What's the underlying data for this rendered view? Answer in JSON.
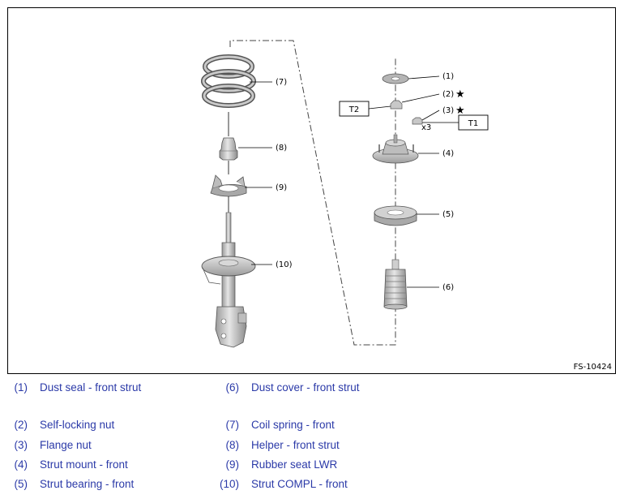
{
  "figure": {
    "code": "FS-10424",
    "callouts": {
      "c1": "(1)",
      "c2": "(2)",
      "c3": "(3)",
      "c4": "(4)",
      "c5": "(5)",
      "c6": "(6)",
      "c7": "(7)",
      "c8": "(8)",
      "c9": "(9)",
      "c10": "(10)"
    },
    "star": "★",
    "torque_t1": "T1",
    "torque_t2": "T2",
    "qty": "x3"
  },
  "legend": {
    "left": [
      {
        "num": "(1)",
        "text": "Dust seal - front strut"
      },
      {
        "num": "(2)",
        "text": "Self-locking nut"
      },
      {
        "num": "(3)",
        "text": "Flange nut"
      },
      {
        "num": "(4)",
        "text": "Strut mount - front"
      },
      {
        "num": "(5)",
        "text": "Strut bearing - front"
      }
    ],
    "right": [
      {
        "num": "(6)",
        "text": "Dust cover - front strut"
      },
      {
        "num": "(7)",
        "text": "Coil spring - front"
      },
      {
        "num": "(8)",
        "text": "Helper - front strut"
      },
      {
        "num": "(9)",
        "text": "Rubber seat LWR"
      },
      {
        "num": "(10)",
        "text": "Strut COMPL - front"
      }
    ]
  },
  "colors": {
    "legend_text": "#2b3aa8",
    "part_fill": "#cfcfcf",
    "part_dark": "#8a8a8a"
  }
}
